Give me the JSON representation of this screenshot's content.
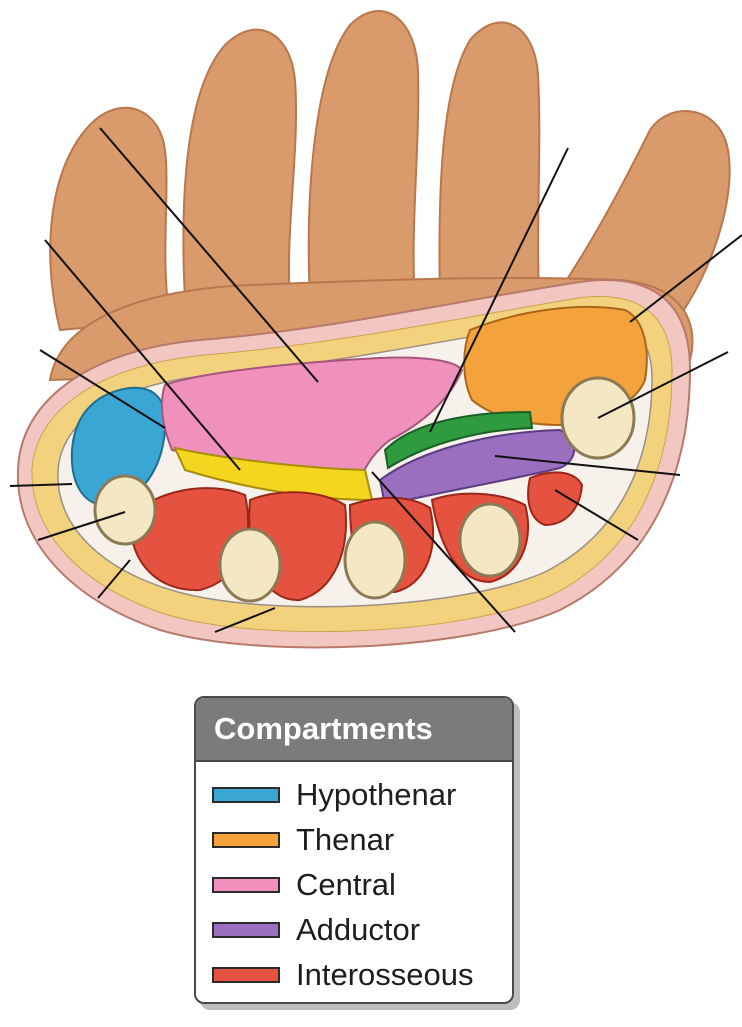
{
  "legend": {
    "title": "Compartments",
    "items": [
      {
        "label": "Hypothenar",
        "color": "#3aa6d4"
      },
      {
        "label": "Thenar",
        "color": "#f4a23c"
      },
      {
        "label": "Central",
        "color": "#ef90bd"
      },
      {
        "label": "Adductor",
        "color": "#9a6fbf"
      },
      {
        "label": "Interosseous",
        "color": "#e5523f"
      }
    ]
  },
  "colors": {
    "skin": "#d99a6c",
    "skin_shadow": "#b9774d",
    "subcutaneous_fat": "#f3d27e",
    "fascia": "#f2c7c2",
    "bone": "#f4e7c3",
    "tendon": "#f5d61e",
    "muscle_green": "#2e9b3f"
  }
}
